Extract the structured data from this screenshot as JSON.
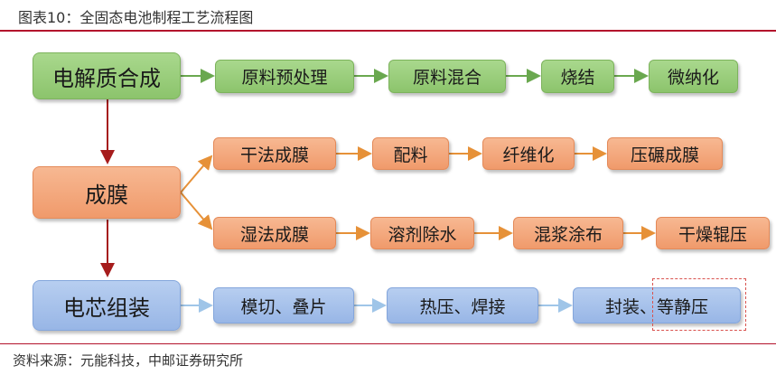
{
  "title": "图表10：全固态电池制程工艺流程图",
  "source": "资料来源：元能科技，中邮证券研究所",
  "colors": {
    "green_arrow": "#6aa84f",
    "orange_arrow": "#e69138",
    "blue_arrow": "#9fc5e8",
    "red_arrow": "#a61c1c",
    "rule": "#b3122c"
  },
  "rows": {
    "electrolyte": {
      "stage": "电解质合成",
      "steps": [
        "原料预处理",
        "原料混合",
        "烧结",
        "微纳化"
      ]
    },
    "membrane": {
      "stage": "成膜",
      "dry": {
        "steps": [
          "干法成膜",
          "配料",
          "纤维化",
          "压碾成膜"
        ]
      },
      "wet": {
        "steps": [
          "湿法成膜",
          "溶剂除水",
          "混浆涂布",
          "干燥辊压"
        ]
      }
    },
    "assembly": {
      "stage": "电芯组装",
      "steps": [
        "模切、叠片",
        "热压、焊接",
        "封装、等静压"
      ]
    }
  }
}
